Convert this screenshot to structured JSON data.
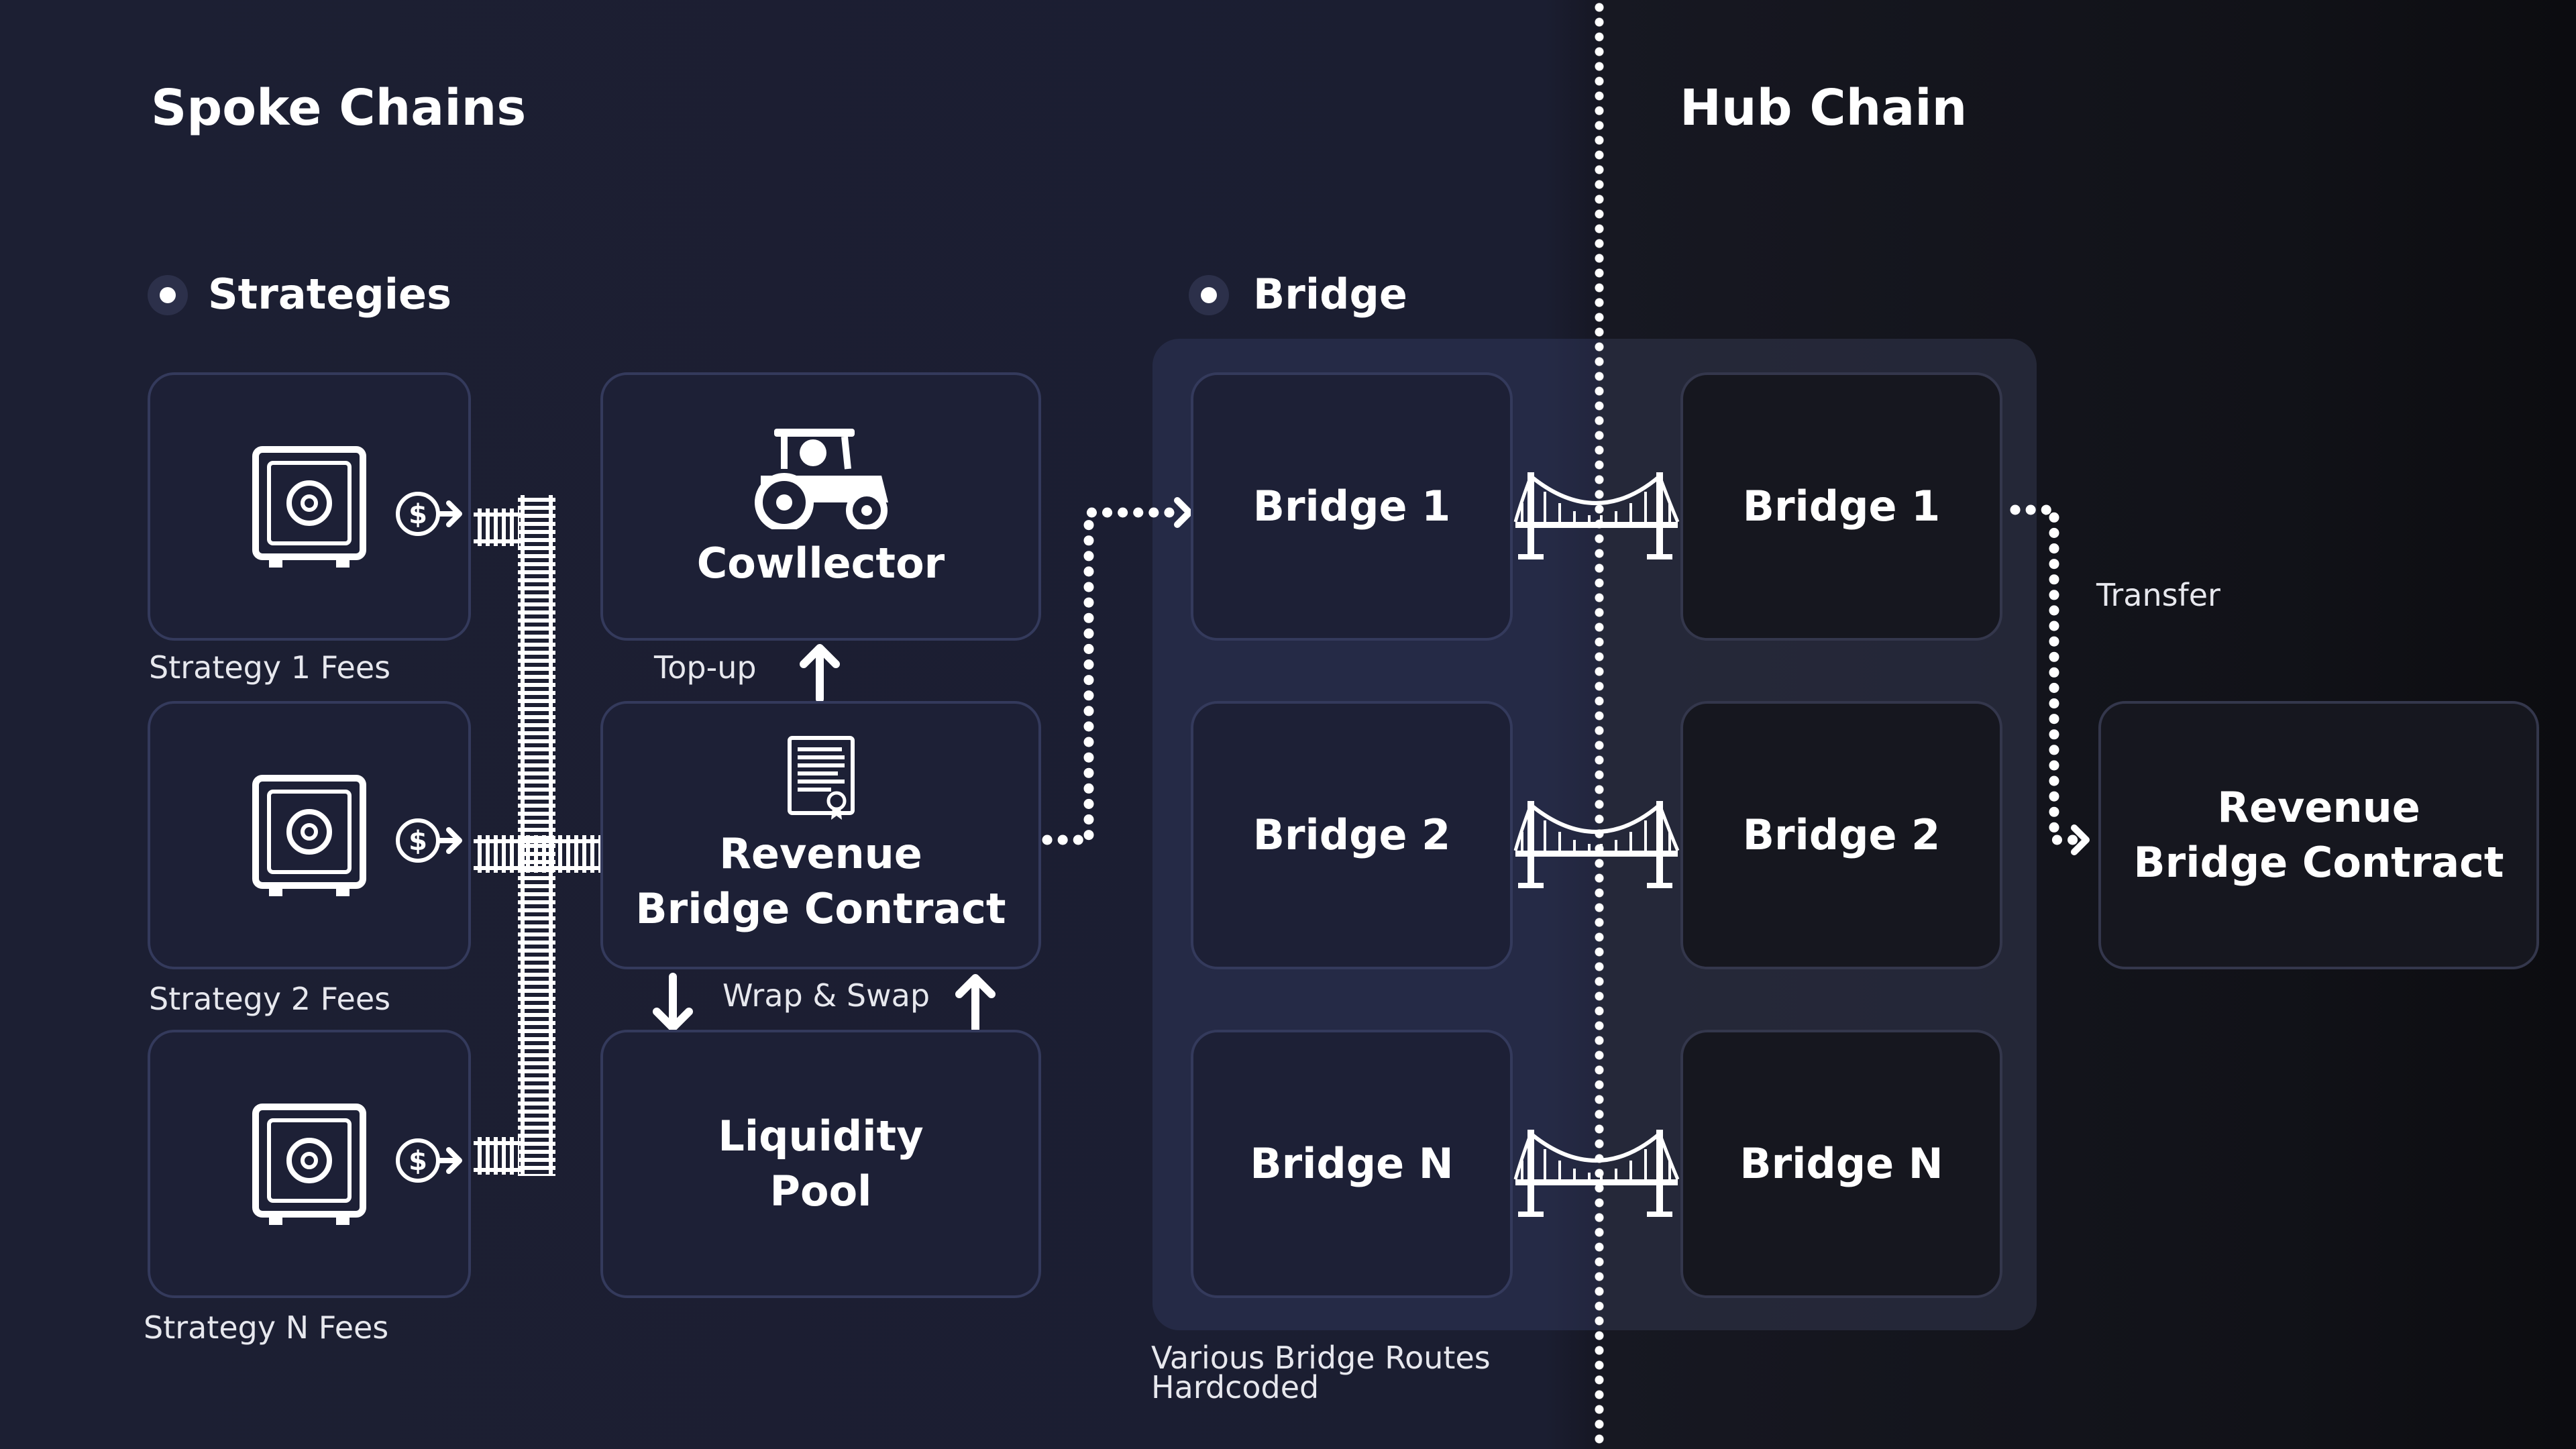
{
  "headings": {
    "spoke": "Spoke Chains",
    "hub": "Hub Chain"
  },
  "sections": {
    "strategies": "Strategies",
    "bridge": "Bridge"
  },
  "strategies": [
    {
      "label": "Strategy 1 Fees",
      "icon": "safe-icon"
    },
    {
      "label": "Strategy 2 Fees",
      "icon": "safe-icon"
    },
    {
      "label": "Strategy N Fees",
      "icon": "safe-icon"
    }
  ],
  "cowllector": {
    "label": "Cowllector",
    "icon": "tractor-icon"
  },
  "revenue_contract_spoke": {
    "line1": "Revenue",
    "line2": "Bridge Contract",
    "icon": "contract-document-icon"
  },
  "liquidity_pool": {
    "line1": "Liquidity",
    "line2": "Pool"
  },
  "labels": {
    "topup": "Top-up",
    "wrap_swap": "Wrap & Swap",
    "transfer": "Transfer",
    "routes_line1": "Various Bridge Routes",
    "routes_line2": "Hardcoded"
  },
  "bridges_spoke": [
    "Bridge 1",
    "Bridge 2",
    "Bridge N"
  ],
  "bridges_hub": [
    "Bridge 1",
    "Bridge 2",
    "Bridge N"
  ],
  "revenue_contract_hub": {
    "line1": "Revenue",
    "line2": "Bridge Contract"
  },
  "colors": {
    "background": "#1c1f33",
    "box_border": "#343a5c",
    "hub_background": "#111218",
    "text": "#ffffff"
  }
}
